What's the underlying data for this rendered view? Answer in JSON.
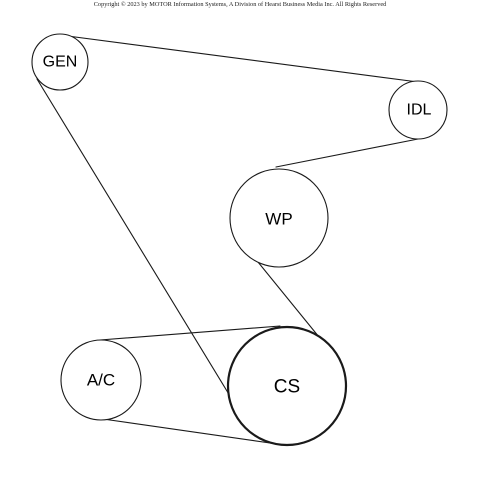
{
  "copyright": "Copyright © 2023 by MOTOR Information Systems, A Division of Hearst Business Media Inc.  All Rights Reserved",
  "pulleys": {
    "gen": {
      "label": "GEN"
    },
    "idl": {
      "label": "IDL"
    },
    "wp": {
      "label": "WP"
    },
    "ac": {
      "label": "A/C"
    },
    "cs": {
      "label": "CS"
    }
  }
}
